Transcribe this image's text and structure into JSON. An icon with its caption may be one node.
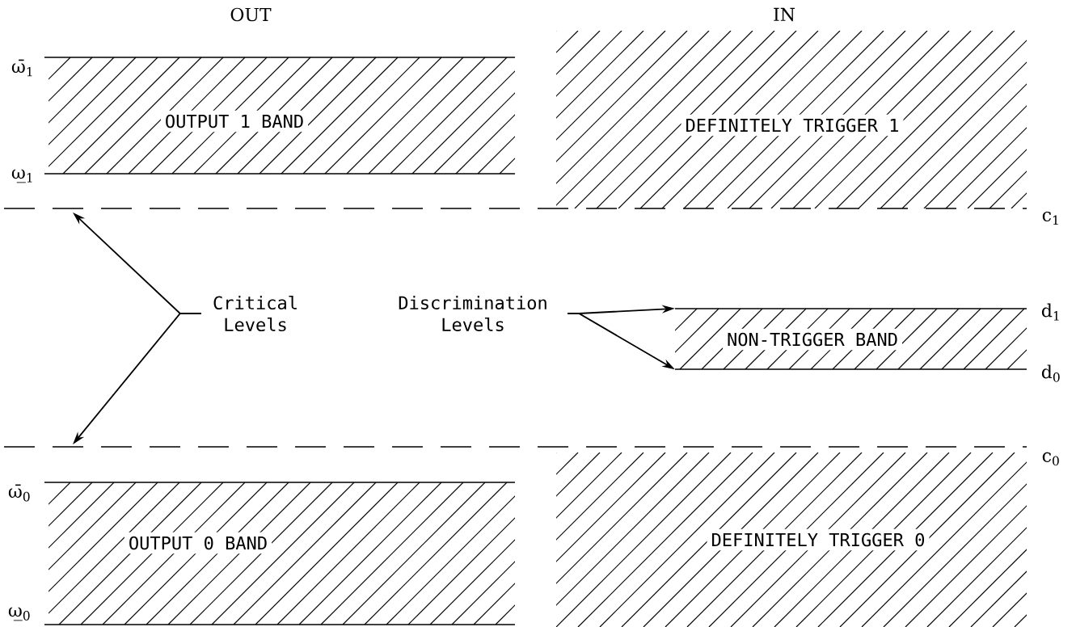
{
  "diagram": {
    "nodes": [
      {
        "text": [
          "Critical Levels"
        ]
      },
      {
        "text": [
          "Discrimination Levels"
        ]
      },
      {
        "text": [
          "OUTPUT 1 BAND"
        ]
      },
      {
        "text": [
          "DEFINITELY TRIGGER 1"
        ]
      },
      {
        "text": [
          "NON-TRIGGER BAND"
        ]
      },
      {
        "text": [
          "OUTPUT 0 BAND"
        ]
      },
      {
        "text": [
          "DEFINITELY TRIGGER 0"
        ]
      }
    ],
    "edges": [
      {
        "from": 0,
        "to": null,
        "arrow": "to"
      },
      {
        "from": 0,
        "to": null,
        "arrow": "to"
      },
      {
        "from": 1,
        "to": 4,
        "arrow": "to"
      },
      {
        "from": 1,
        "to": 4,
        "arrow": "to"
      }
    ],
    "labels": [
      "OUT",
      "IN",
      "ω̄$_{1}$",
      "ω̲$_{1}$",
      "c$_{1}$",
      "d$_{1}$",
      "d$_{0}$",
      "c$_{0}$",
      "ω̄$_{0}$",
      "ω̲$_{0}$"
    ]
  }
}
